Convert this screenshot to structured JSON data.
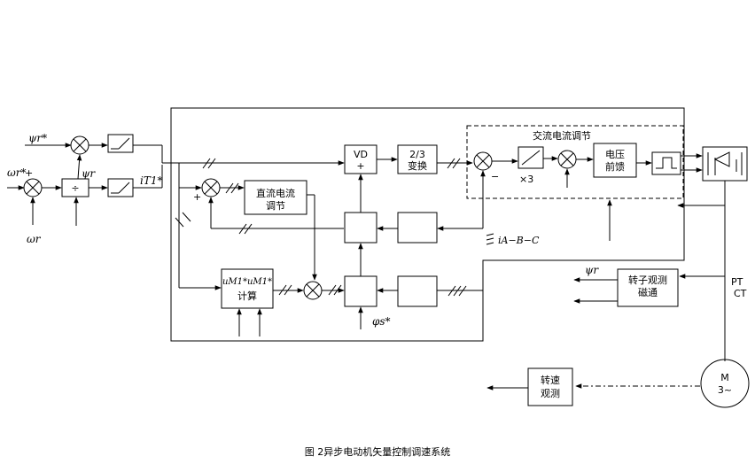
{
  "diagram": {
    "caption": "图 2异步电动机矢量控制调速系统",
    "inputs": {
      "psi_ref": "ψr*",
      "omega_ref": "ωr*",
      "omega_ref_sign": "+",
      "omega_feedback": "ωr",
      "psi_feedback": "ψr",
      "torque_current_ref": "iT1*"
    },
    "blocks": {
      "divider": "÷",
      "vd": {
        "line1": "VD",
        "line2": "+"
      },
      "transform_23": {
        "line1": "2/3",
        "line2": "变换"
      },
      "dc_current_reg": {
        "line1": "直流电流",
        "line2": "调节"
      },
      "calc": {
        "line1": "uM1*uM1*",
        "line2": "计算"
      },
      "ac_section_title": "交流电流调节",
      "gain": "×3",
      "voltage_feedforward": {
        "line1": "电压",
        "line2": "前馈"
      },
      "rotor_flux_obs": {
        "line1": "转子观测",
        "line2": "磁通"
      },
      "speed_obs": {
        "line1": "转速",
        "line2": "观测"
      },
      "motor": {
        "line1": "M",
        "line2": "3~"
      }
    },
    "signals": {
      "phase_current": "iA−B−C",
      "flux_angle": "φs*",
      "psi_out": "ψr",
      "pt": "PT",
      "ct": "CT",
      "plus": "+",
      "minus": "−"
    }
  }
}
